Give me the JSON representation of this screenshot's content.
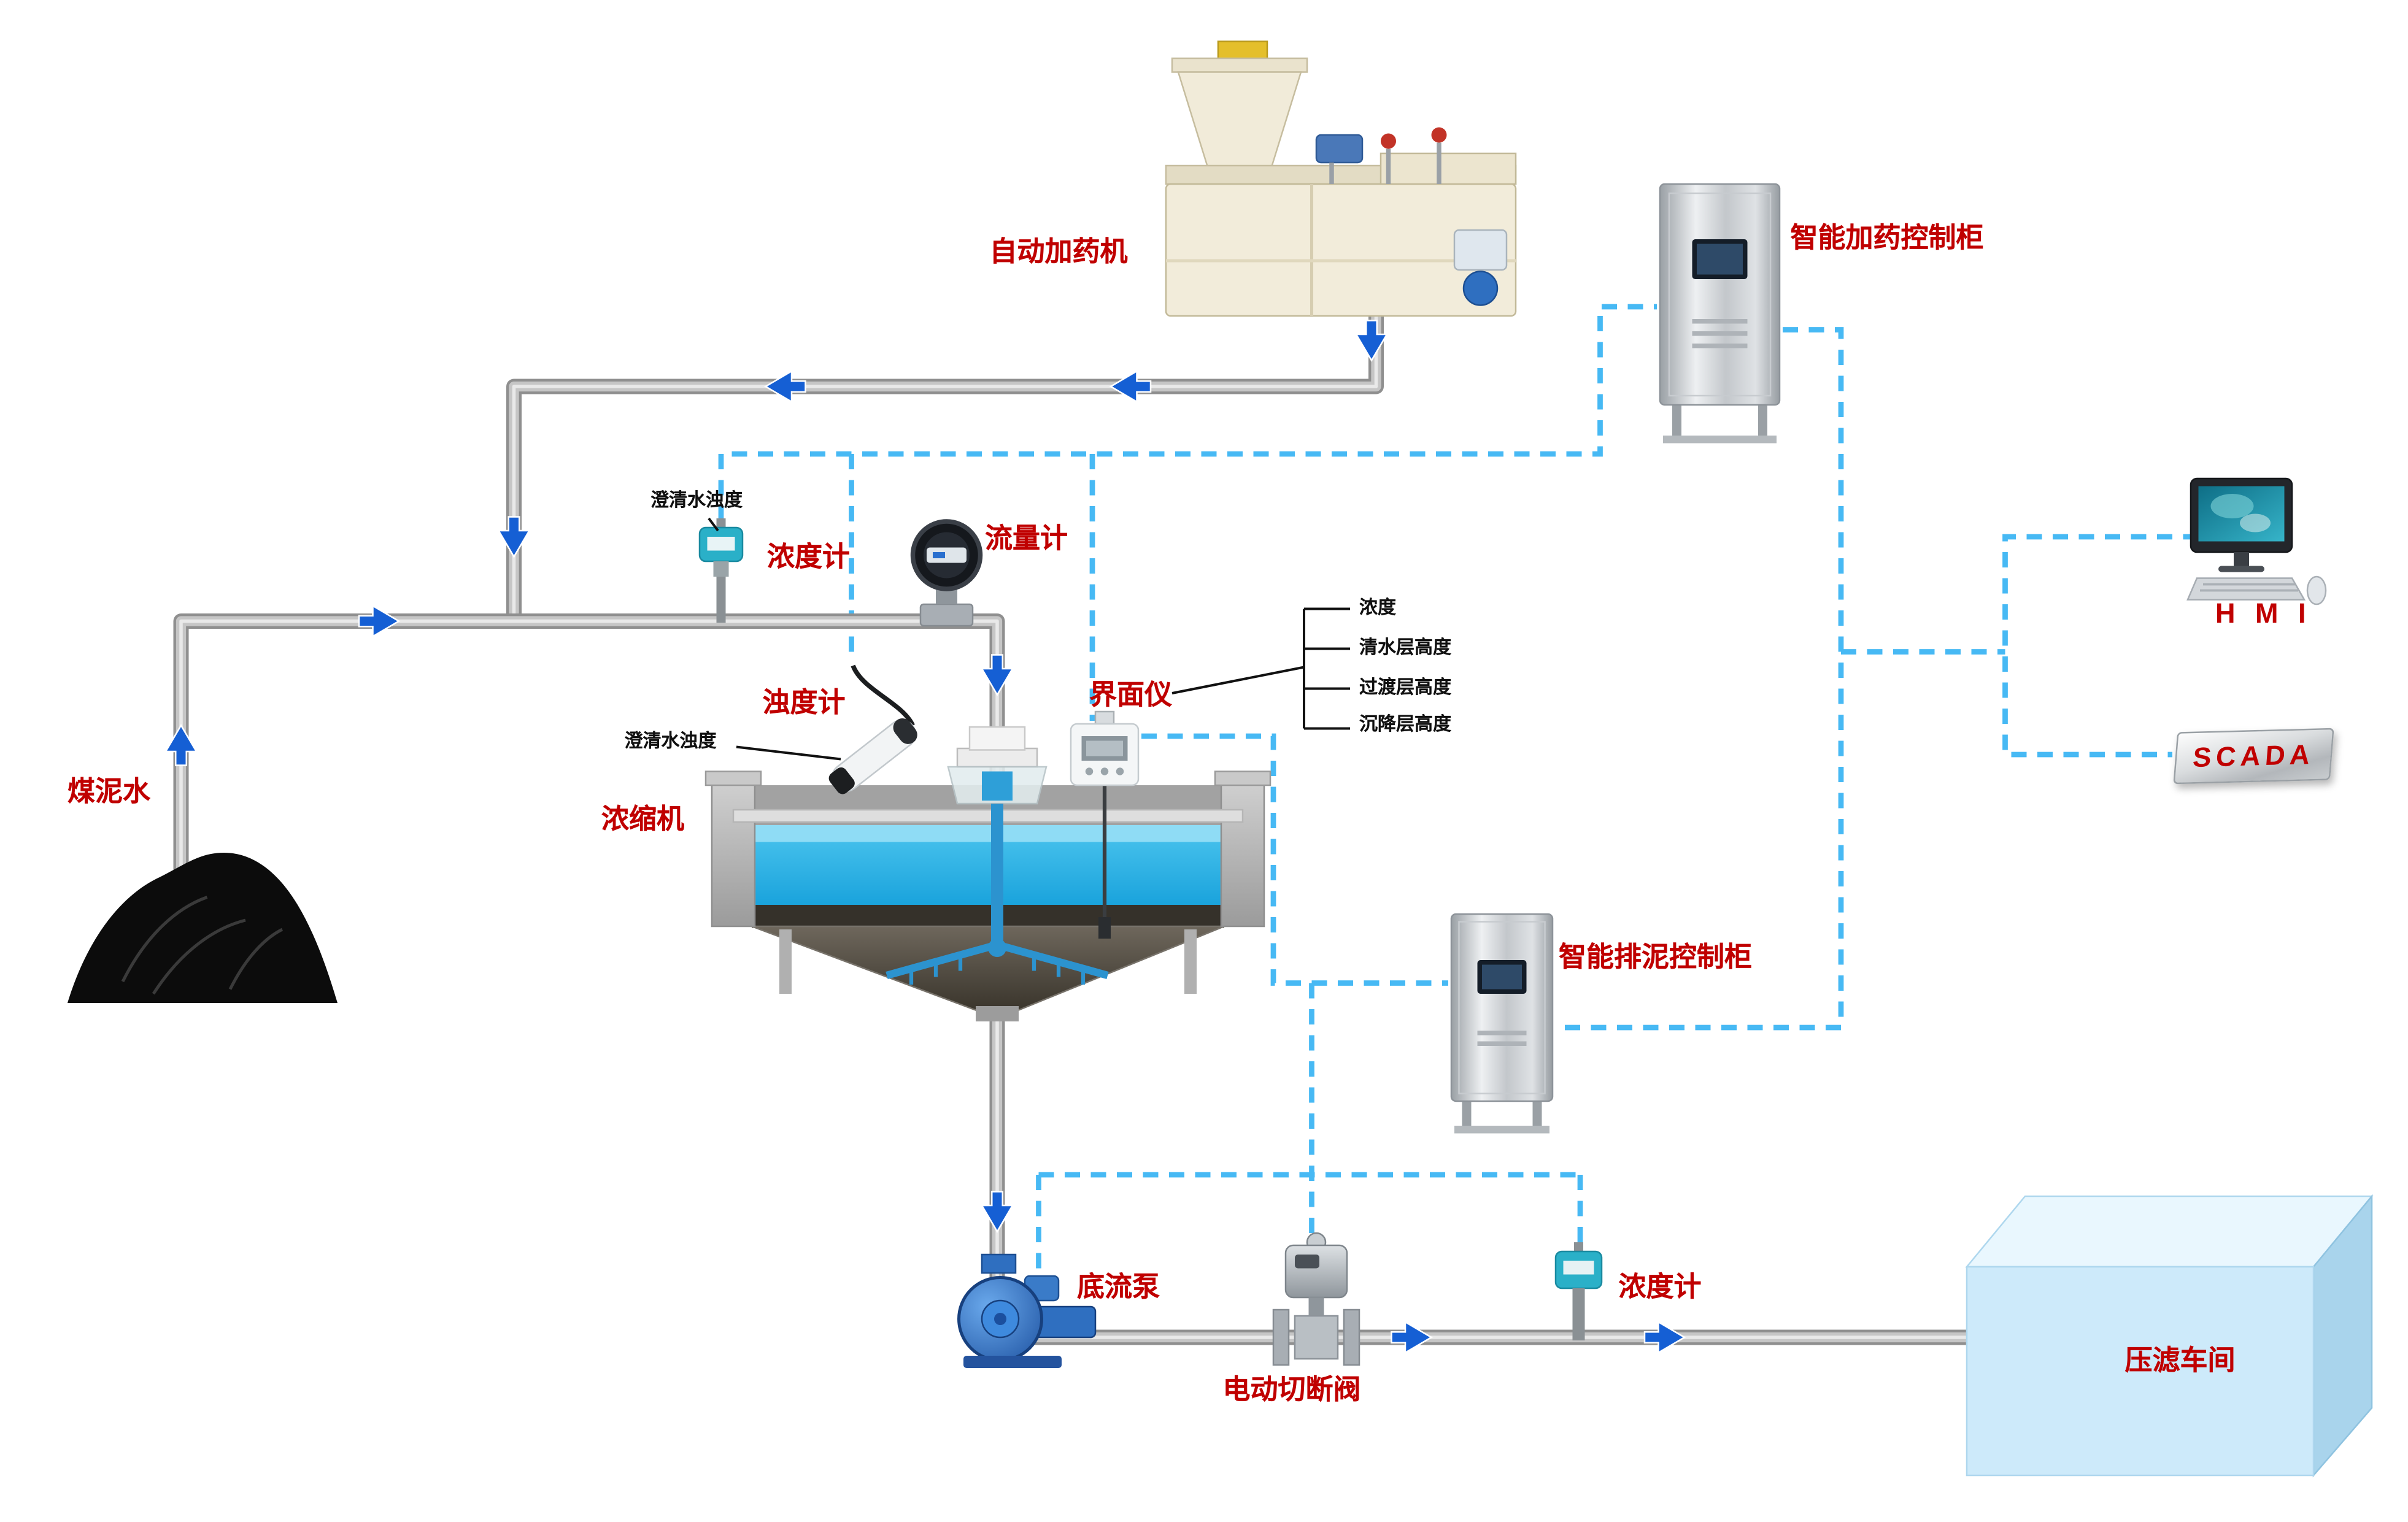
{
  "labels": {
    "dosing_machine": "自动加药机",
    "dosing_control_cabinet": "智能加药控制柜",
    "hmi": "H M I",
    "scada": "SCADA",
    "coal_slurry_water": "煤泥水",
    "thickener": "浓缩机",
    "density_meter_feed": "浓度计",
    "flow_meter": "流量计",
    "turbidity_meter": "浊度计",
    "interface_meter": "界面仪",
    "clarified_water_turbidity_top": "澄清水浊度",
    "clarified_water_turbidity_side": "澄清水浊度",
    "mud_discharge_cabinet": "智能排泥控制柜",
    "underflow_pump": "底流泵",
    "electric_shutoff_valve": "电动切断阀",
    "density_meter_underflow": "浓度计",
    "filter_press_workshop": "压滤车间"
  },
  "interface_readings": [
    "浓度",
    "清水层高度",
    "过渡层高度",
    "沉降层高度"
  ],
  "colors": {
    "label_red": "#c00000",
    "pipe_gray": "#b5b5b5",
    "flow_arrow_blue": "#155fd4",
    "signal_line_cyan": "#47b9f4",
    "water_blue": "#2fb3e6",
    "filter_box_blue": "#cdeafa"
  }
}
